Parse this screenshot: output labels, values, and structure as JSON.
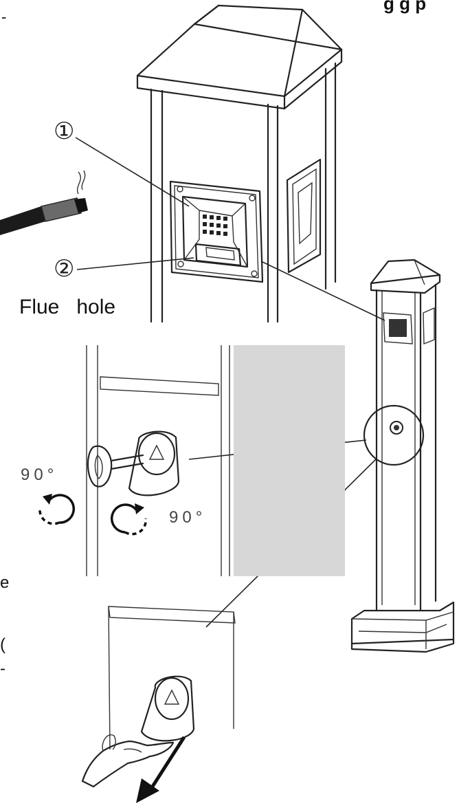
{
  "labels": {
    "callout_1": "①",
    "callout_2": "②",
    "flue_hole": "Flue   hole",
    "angle_left": "90°",
    "angle_right": "90°"
  },
  "edge_fragments": {
    "top_right": "g  g  p",
    "top_left": "-",
    "mid_left_1": "e",
    "mid_left_2": "(",
    "mid_left_3": "-"
  }
}
